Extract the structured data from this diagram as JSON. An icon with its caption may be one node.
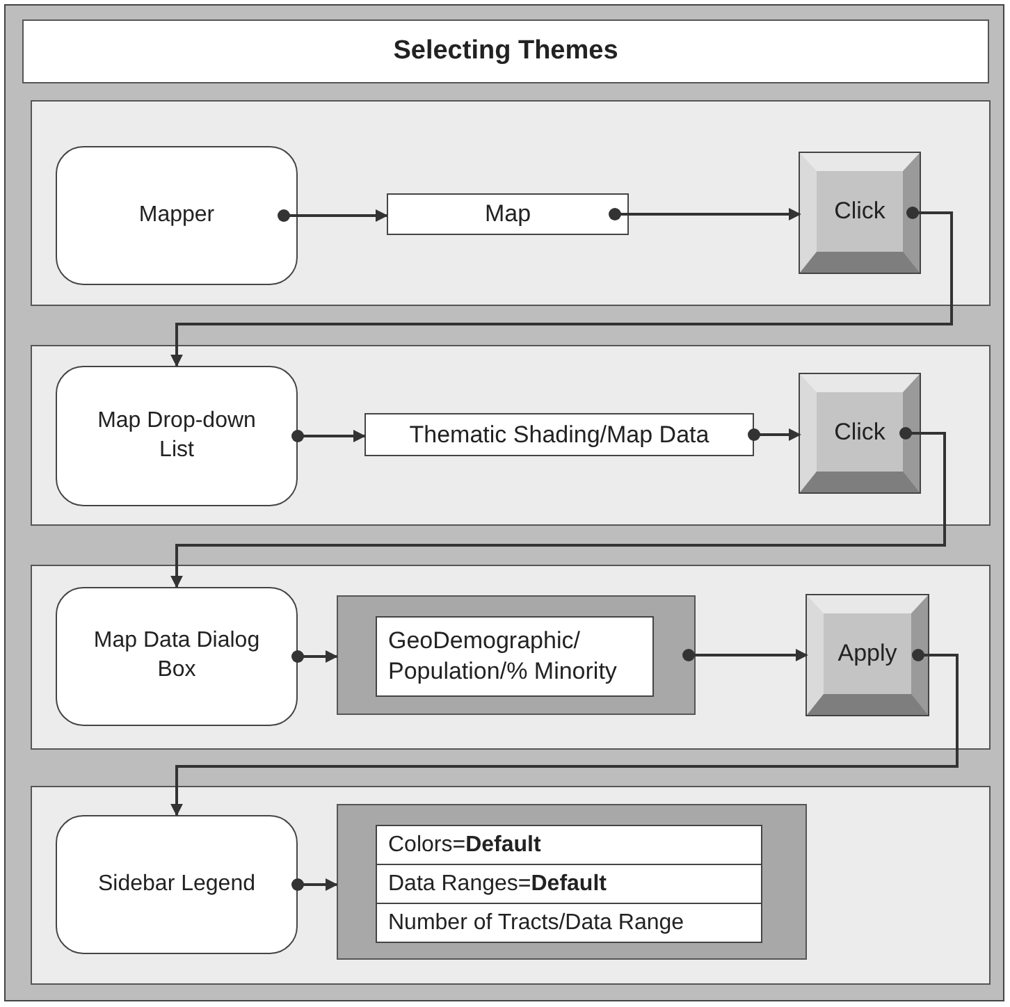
{
  "diagram": {
    "title": "Selecting Themes",
    "nodes": [
      {
        "text": [],
        "shape": "box"
      },
      {
        "text": [
          "Mapper"
        ],
        "in": 0
      },
      {
        "text": [
          "Map"
        ],
        "in": 0
      },
      {
        "text": [
          "Click"
        ],
        "in": 0
      },
      {
        "text": [],
        "shape": "box"
      },
      {
        "text": [
          "Map Drop-down List"
        ],
        "in": 4
      },
      {
        "text": [
          "Thematic Shading/Map Data"
        ],
        "in": 4
      },
      {
        "text": [
          "Click"
        ],
        "in": 4
      },
      {
        "text": [],
        "shape": "box"
      },
      {
        "text": [
          "Map Data Dialog Box"
        ],
        "in": 8
      },
      {
        "text": [],
        "shape": "box",
        "in": 8
      },
      {
        "text": [
          "GeoDemographic/ Population/% Minority"
        ],
        "in": 10
      },
      {
        "text": [
          "Apply"
        ],
        "in": 8
      },
      {
        "text": [],
        "shape": "box"
      },
      {
        "text": [
          "Sidebar Legend"
        ],
        "in": 13
      },
      {
        "text": [],
        "shape": "box",
        "in": 13
      },
      {
        "text": [
          "Colors=**Default**"
        ],
        "in": 15
      },
      {
        "text": [
          "Data Ranges=**Default**"
        ],
        "in": 15
      },
      {
        "text": [
          "Number of Tracts/Data Range"
        ],
        "in": 15
      }
    ],
    "edges": [
      {
        "from": 1,
        "to": 2,
        "arrow": "to"
      },
      {
        "from": 2,
        "to": 3,
        "arrow": "to"
      },
      {
        "from": 3,
        "to": 5,
        "arrow": "to"
      },
      {
        "from": 5,
        "to": 6,
        "arrow": "to"
      },
      {
        "from": 6,
        "to": 7,
        "arrow": "to"
      },
      {
        "from": 7,
        "to": 9,
        "arrow": "to"
      },
      {
        "from": 9,
        "to": 10,
        "arrow": "to"
      },
      {
        "from": 10,
        "to": 12,
        "arrow": "to"
      },
      {
        "from": 12,
        "to": 14,
        "arrow": "to"
      },
      {
        "from": 14,
        "to": 15,
        "arrow": "to"
      }
    ]
  }
}
